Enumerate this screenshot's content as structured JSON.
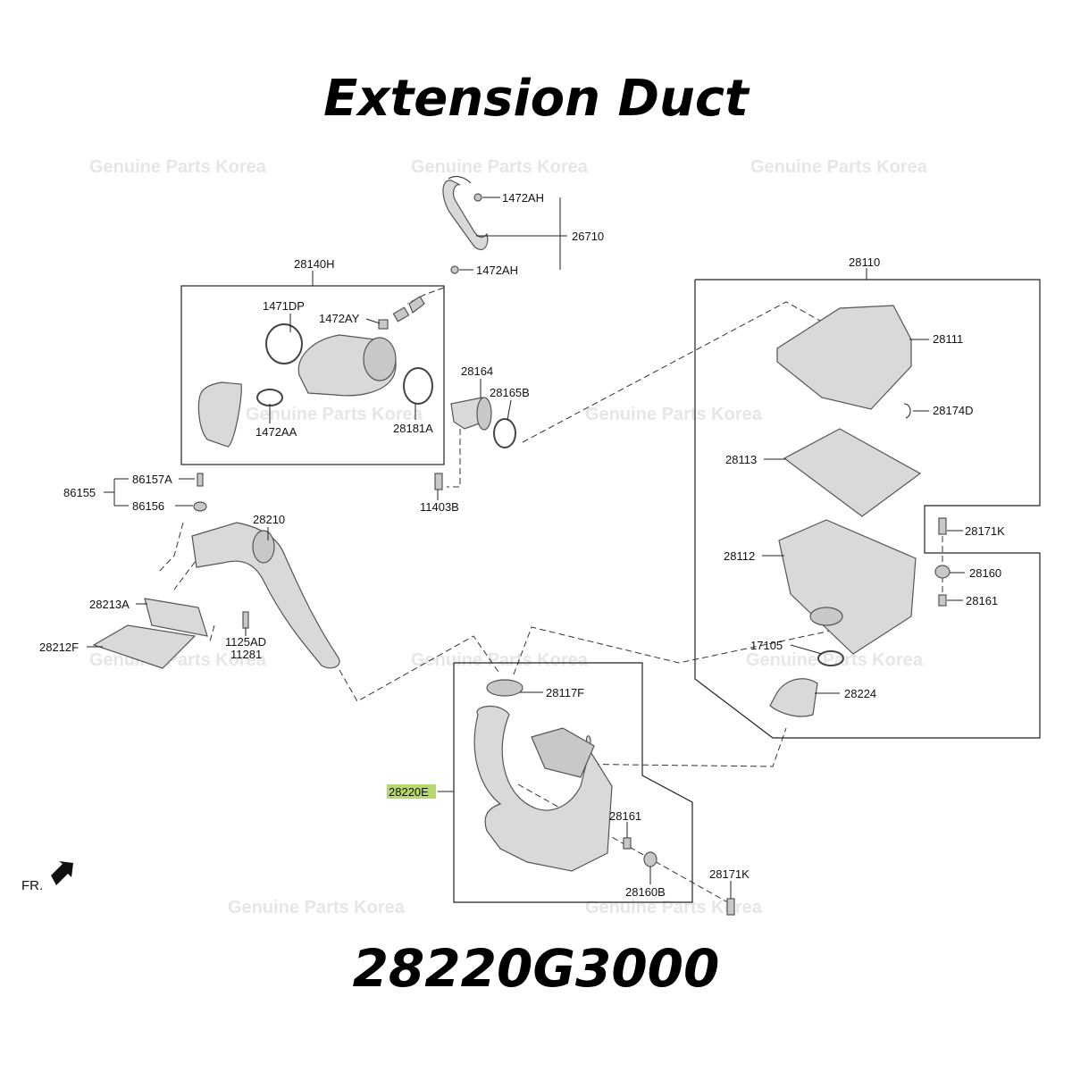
{
  "title": "Extension Duct",
  "part_number": "28220G3000",
  "watermark": "Genuine Parts Korea",
  "front_label": "FR.",
  "highlight_color": "#b5d96b",
  "labels": {
    "l1472ah_top": "1472AH",
    "l26710": "26710",
    "l1472ah_bot": "1472AH",
    "l28140h": "28140H",
    "l1471dp": "1471DP",
    "l1472ay": "1472AY",
    "l1472aa": "1472AA",
    "l28181a": "28181A",
    "l28164": "28164",
    "l28165b": "28165B",
    "l11403b": "11403B",
    "l86157a": "86157A",
    "l86155": "86155",
    "l86156": "86156",
    "l28210": "28210",
    "l28213a": "28213A",
    "l28212f": "28212F",
    "l1125ad": "1125AD",
    "l11281": "11281",
    "l28110": "28110",
    "l28111": "28111",
    "l28174d": "28174D",
    "l28113": "28113",
    "l28171k_right": "28171K",
    "l28112": "28112",
    "l28160": "28160",
    "l28161_right": "28161",
    "l17105": "17105",
    "l28224": "28224",
    "l28117f": "28117F",
    "l28220e": "28220E",
    "l28161_low": "28161",
    "l28160b": "28160B",
    "l28171k_low": "28171K"
  }
}
